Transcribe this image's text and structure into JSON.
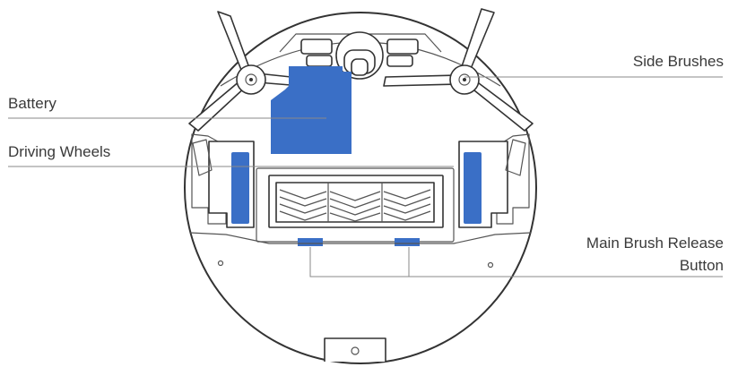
{
  "labels": {
    "side_brushes": "Side Brushes",
    "battery": "Battery",
    "driving_wheels": "Driving Wheels",
    "main_brush_release_line1": "Main Brush Release",
    "main_brush_release_line2": "Button"
  },
  "colors": {
    "highlight": "#3a6fc6",
    "outline": "#333333",
    "leader": "#8a8a8a",
    "text": "#3a3a3a"
  }
}
